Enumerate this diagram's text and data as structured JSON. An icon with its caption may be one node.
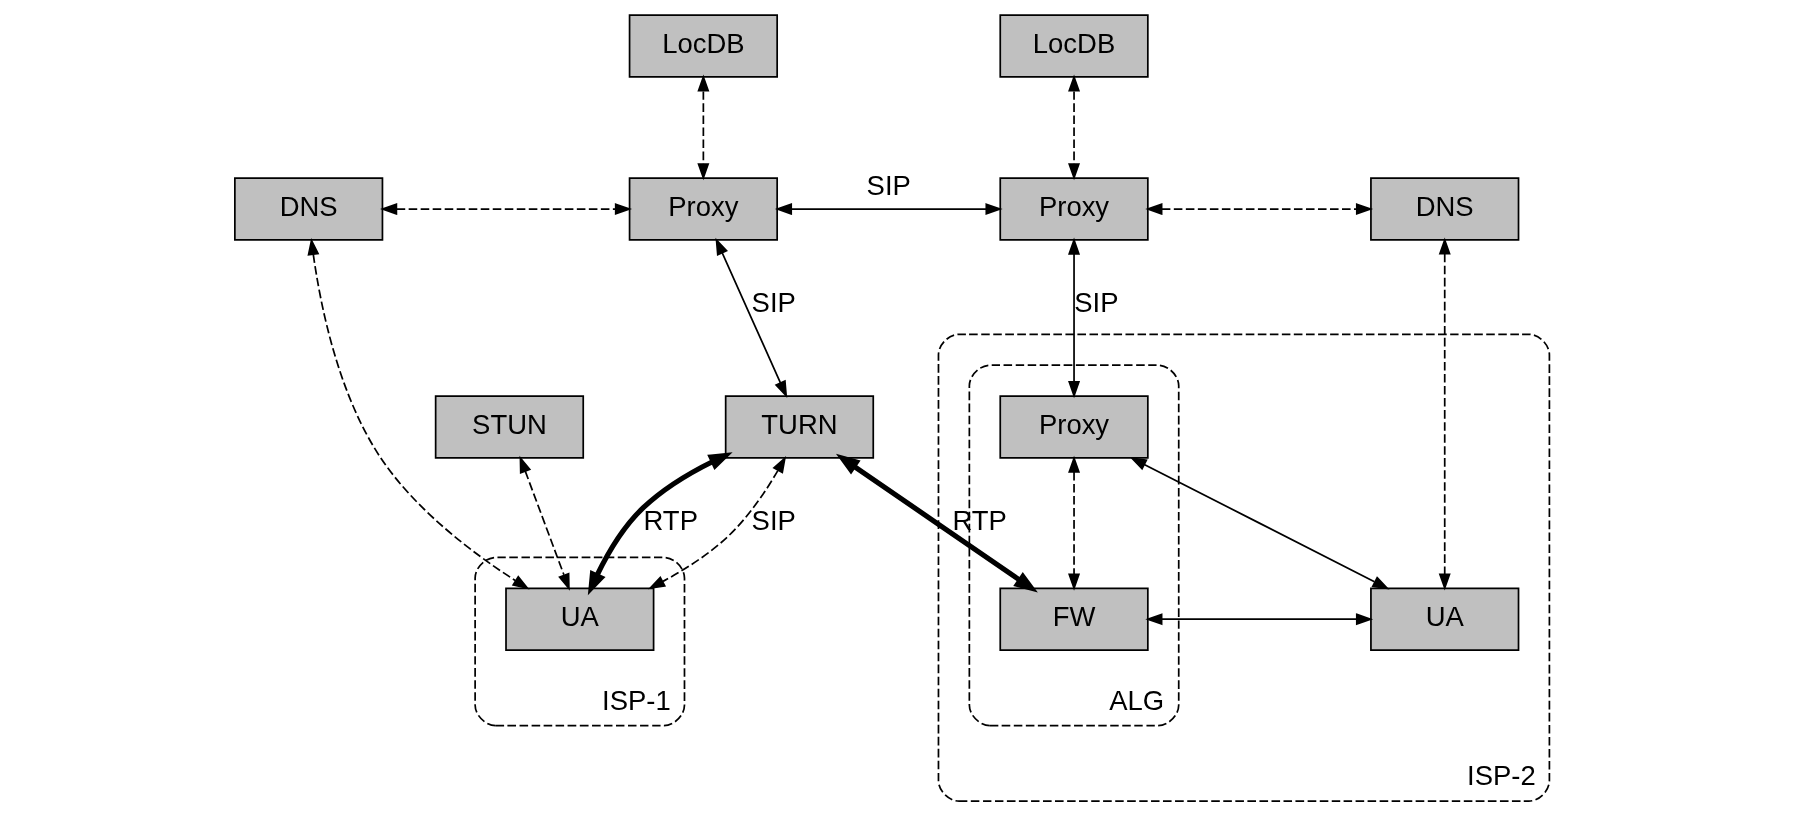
{
  "diagram": {
    "nodes": [
      {
        "text": [
          "LocDB"
        ]
      },
      {
        "text": [
          "LocDB"
        ]
      },
      {
        "text": [
          "DNS"
        ]
      },
      {
        "text": [
          "Proxy"
        ]
      },
      {
        "text": [
          "Proxy"
        ]
      },
      {
        "text": [
          "DNS"
        ]
      },
      {
        "text": [
          "STUN"
        ]
      },
      {
        "text": [
          "TURN"
        ]
      },
      {
        "text": [
          "ISP-1"
        ]
      },
      {
        "text": [
          "UA"
        ],
        "in": 8
      },
      {
        "text": [
          "ISP-2"
        ]
      },
      {
        "text": [
          "ALG"
        ],
        "in": 10
      },
      {
        "text": [
          "Proxy"
        ],
        "in": 11
      },
      {
        "text": [
          "FW"
        ],
        "in": 11
      },
      {
        "text": [
          "UA"
        ],
        "in": 10
      }
    ],
    "edges": [
      {
        "from": 0,
        "to": 3,
        "arrow": "both",
        "style": "dashed"
      },
      {
        "from": 2,
        "to": 3,
        "arrow": "both",
        "style": "dashed"
      },
      {
        "from": 3,
        "to": 4,
        "arrow": "both",
        "label": "SIP"
      },
      {
        "from": 1,
        "to": 4,
        "arrow": "both",
        "style": "dashed"
      },
      {
        "from": 4,
        "to": 5,
        "arrow": "both",
        "style": "dashed"
      },
      {
        "from": 3,
        "to": 7,
        "arrow": "both",
        "label": "SIP"
      },
      {
        "from": 2,
        "to": 9,
        "arrow": "both",
        "style": "dashed"
      },
      {
        "from": 6,
        "to": 9,
        "arrow": "both",
        "style": "dashed"
      },
      {
        "from": 7,
        "to": 9,
        "arrow": "both",
        "style": "dashed",
        "label": "SIP"
      },
      {
        "from": 7,
        "to": 9,
        "arrow": "both",
        "style": "thick",
        "label": "RTP"
      },
      {
        "from": 7,
        "to": 13,
        "arrow": "both",
        "style": "thick",
        "label": "RTP"
      },
      {
        "from": 4,
        "to": 12,
        "arrow": "both",
        "label": "SIP"
      },
      {
        "from": 5,
        "to": 14,
        "arrow": "both",
        "style": "dashed"
      },
      {
        "from": 12,
        "to": 13,
        "arrow": "both",
        "style": "dashed"
      },
      {
        "from": 12,
        "to": 14,
        "arrow": "both"
      },
      {
        "from": 13,
        "to": 14,
        "arrow": "both"
      }
    ]
  }
}
